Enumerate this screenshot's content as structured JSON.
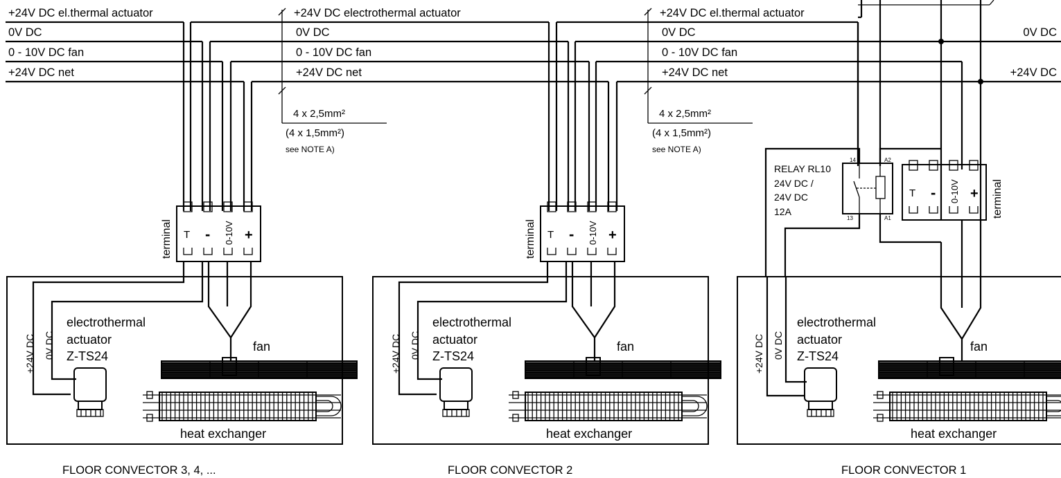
{
  "bus": {
    "left_segment": {
      "actuator": "+24V DC el.thermal actuator",
      "zero": "0V DC",
      "fan": "0 - 10V DC fan",
      "net": "+24V DC net"
    },
    "middle_segment": {
      "actuator": "+24V DC electrothermal actuator",
      "zero": "0V DC",
      "fan": "0 - 10V DC fan",
      "net": "+24V DC net"
    },
    "right_segment": {
      "actuator": "+24V DC el.thermal actuator",
      "zero": "0V DC",
      "fan": "0 - 10V DC fan",
      "net": "+24V DC net"
    },
    "supply_zero": "0V DC",
    "supply_plus": "+24V DC"
  },
  "cables": [
    {
      "main": "4 x 2,5mm²",
      "alt": "(4 x 1,5mm²)",
      "note": "see NOTE A)"
    },
    {
      "main": "4 x 2,5mm²",
      "alt": "(4 x 1,5mm²)",
      "note": "see NOTE A)"
    }
  ],
  "terminal": {
    "label": "terminal",
    "pins": [
      "T",
      "-",
      "0-10V",
      "+"
    ]
  },
  "relay": {
    "lines": [
      "RELAY RL10",
      "24V DC /",
      "24V DC",
      "12A"
    ],
    "pin_14": "14",
    "pin_13": "13",
    "pin_a1": "A1",
    "pin_a2": "A2"
  },
  "convectors": [
    {
      "title": "FLOOR CONVECTOR 3, 4, ...",
      "wire_plus": "+24V DC",
      "wire_zero": "0V DC",
      "actuator": [
        "electrothermal",
        "actuator",
        "Z-TS24"
      ],
      "fan": "fan",
      "exchanger": "heat exchanger"
    },
    {
      "title": "FLOOR CONVECTOR 2",
      "wire_plus": "+24V DC",
      "wire_zero": "0V DC",
      "actuator": [
        "electrothermal",
        "actuator",
        "Z-TS24"
      ],
      "fan": "fan",
      "exchanger": "heat exchanger"
    },
    {
      "title": "FLOOR CONVECTOR 1",
      "wire_plus": "+24V DC",
      "wire_zero": "0V DC",
      "actuator": [
        "electrothermal",
        "actuator",
        "Z-TS24"
      ],
      "fan": "fan",
      "exchanger": "heat exchanger"
    }
  ]
}
